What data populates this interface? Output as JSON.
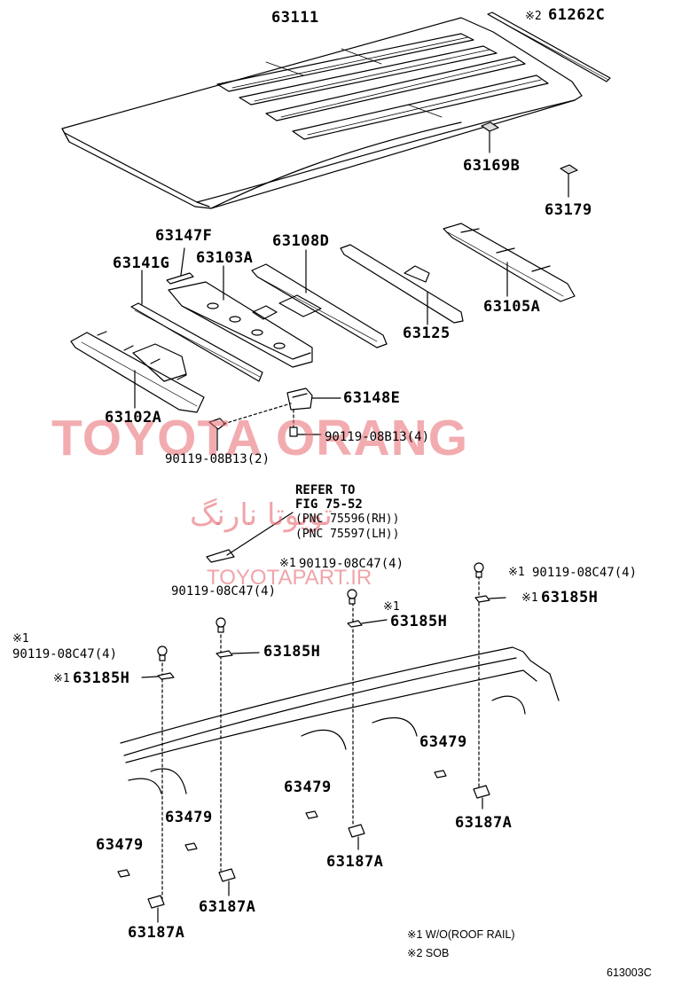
{
  "watermark": {
    "brand": "TOYOTA ORANG",
    "persian": "تویوتا نارنگ",
    "site": "TOYOTAPART.IR"
  },
  "parts": {
    "p63111": "63111",
    "p61262c": "61262C",
    "p61262c_mark": "※2",
    "p63169b": "63169B",
    "p63179": "63179",
    "p63147f": "63147F",
    "p63108d": "63108D",
    "p63141g": "63141G",
    "p63103a": "63103A",
    "p63105a": "63105A",
    "p63125": "63125",
    "p63102a": "63102A",
    "p63148e": "63148E",
    "bolt_right": "90119-08B13(4)",
    "bolt_left": "90119-08B13(2)"
  },
  "refer": {
    "line1": "REFER TO",
    "line2": "FIG 75-52",
    "line3": "(PNC 75596(RH))",
    "line4": "(PNC 75597(LH))"
  },
  "rail": {
    "mk_top_mid": "※1",
    "c47_top_mid": "90119-08C47(4)",
    "mk_top_right": "※1",
    "c47_top_right": "90119-08C47(4)",
    "c47_center": "90119-08C47(4)",
    "mk_185h_right": "※1",
    "h185_right": "63185H",
    "mk_185h_mid": "※1",
    "h185_mid": "63185H",
    "mk_left": "※1",
    "c47_left": "90119-08C47(4)",
    "h185_center": "63185H",
    "mk_185h_left": "※1",
    "h185_left": "63185H",
    "p63479_a": "63479",
    "p63479_b": "63479",
    "p63479_c": "63479",
    "p63479_d": "63479",
    "p63187a_a": "63187A",
    "p63187a_b": "63187A",
    "p63187a_c": "63187A",
    "p63187a_d": "63187A"
  },
  "notes": {
    "n1": "※1 W/O(ROOF RAIL)",
    "n2": "※2 SOB"
  },
  "figure_code": "613003C"
}
